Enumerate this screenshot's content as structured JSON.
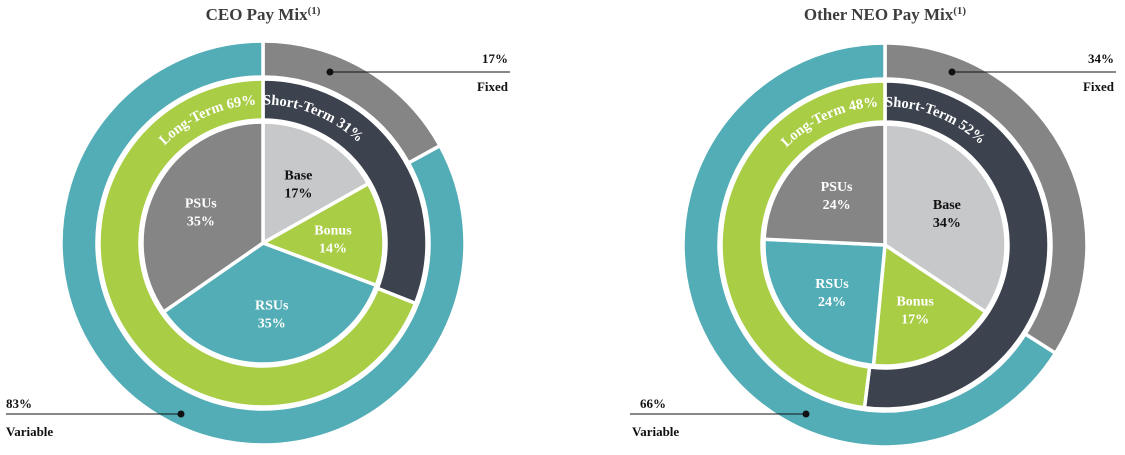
{
  "colors": {
    "fixed": "#858585",
    "variable": "#52adb6",
    "short_term": "#3c434e",
    "long_term": "#a9cd45",
    "base": "#c7c8ca",
    "bonus": "#a9cd45",
    "rsus": "#52adb6",
    "psus": "#858585"
  },
  "chart_data": [
    {
      "type": "pie",
      "title": "CEO Pay Mix",
      "title_sup": "(1)",
      "outer": [
        {
          "label": "Fixed",
          "value": 17,
          "value_label": "17%"
        },
        {
          "label": "Variable",
          "value": 83,
          "value_label": "83%"
        }
      ],
      "middle": [
        {
          "label": "Short-Term 31%",
          "value": 31
        },
        {
          "label": "Long-Term 69%",
          "value": 69
        }
      ],
      "inner": [
        {
          "label": "Base",
          "value": 17,
          "value_label": "17%"
        },
        {
          "label": "Bonus",
          "value": 14,
          "value_label": "14%"
        },
        {
          "label": "RSUs",
          "value": 35,
          "value_label": "35%"
        },
        {
          "label": "PSUs",
          "value": 35,
          "value_label": "35%"
        }
      ]
    },
    {
      "type": "pie",
      "title": "Other NEO Pay Mix",
      "title_sup": "(1)",
      "outer": [
        {
          "label": "Fixed",
          "value": 34,
          "value_label": "34%"
        },
        {
          "label": "Variable",
          "value": 66,
          "value_label": "66%"
        }
      ],
      "middle": [
        {
          "label": "Short-Term 52%",
          "value": 52
        },
        {
          "label": "Long-Term 48%",
          "value": 48
        }
      ],
      "inner": [
        {
          "label": "Base",
          "value": 34,
          "value_label": "34%"
        },
        {
          "label": "Bonus",
          "value": 17,
          "value_label": "17%"
        },
        {
          "label": "RSUs",
          "value": 24,
          "value_label": "24%"
        },
        {
          "label": "PSUs",
          "value": 24,
          "value_label": "24%"
        }
      ]
    }
  ]
}
